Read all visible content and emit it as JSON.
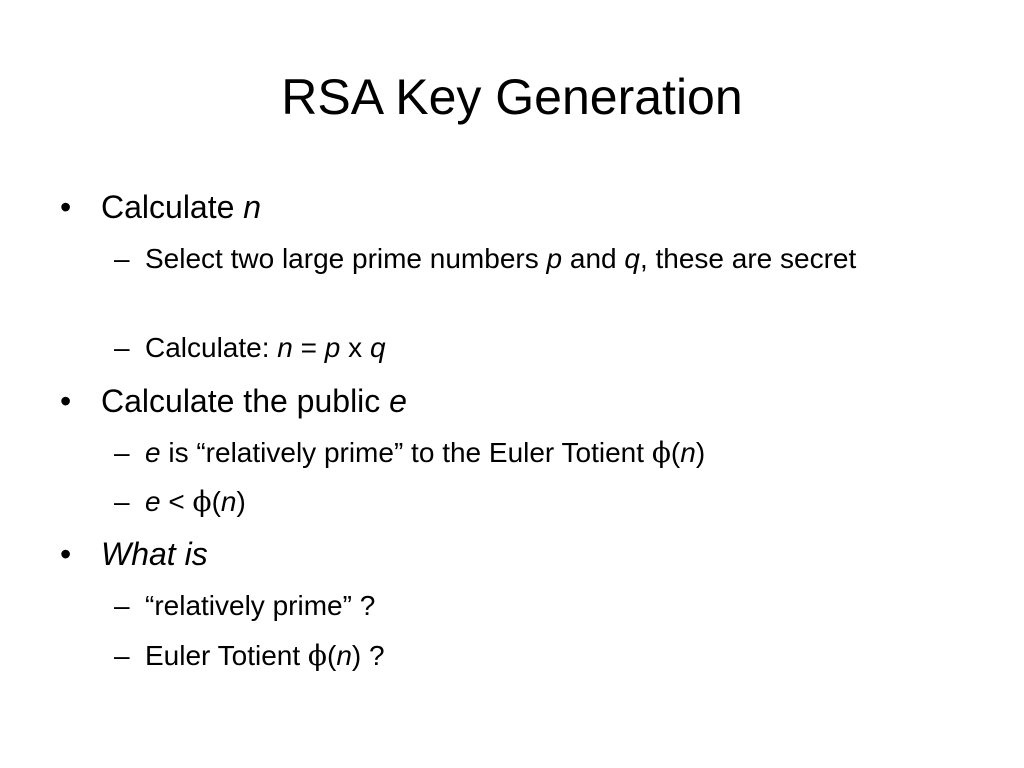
{
  "slide": {
    "title": "RSA Key Generation",
    "bullet_char": "•",
    "dash_char": "–",
    "bullets": [
      {
        "parts": [
          "Calculate ",
          "n"
        ],
        "subs": [
          {
            "parts": [
              "Select two large prime numbers ",
              "p",
              " and ",
              "q",
              ", these are secret"
            ]
          },
          {
            "parts": [
              "Calculate: ",
              "n",
              " = ",
              "p",
              " x ",
              "q"
            ]
          }
        ]
      },
      {
        "parts": [
          "Calculate the public ",
          "e"
        ],
        "subs": [
          {
            "parts": [
              "e",
              " is “relatively prime” to the Euler Totient ",
              "ϕ",
              "(",
              "n",
              ")"
            ]
          },
          {
            "parts": [
              "e",
              " < ",
              "ϕ",
              "(",
              "n",
              ")"
            ]
          }
        ]
      },
      {
        "parts": [
          "What is"
        ],
        "subs": [
          {
            "parts": [
              "“relatively prime” ?"
            ]
          },
          {
            "parts": [
              "Euler Totient ",
              "ϕ",
              "(",
              "n",
              ") ?"
            ]
          }
        ]
      }
    ]
  }
}
